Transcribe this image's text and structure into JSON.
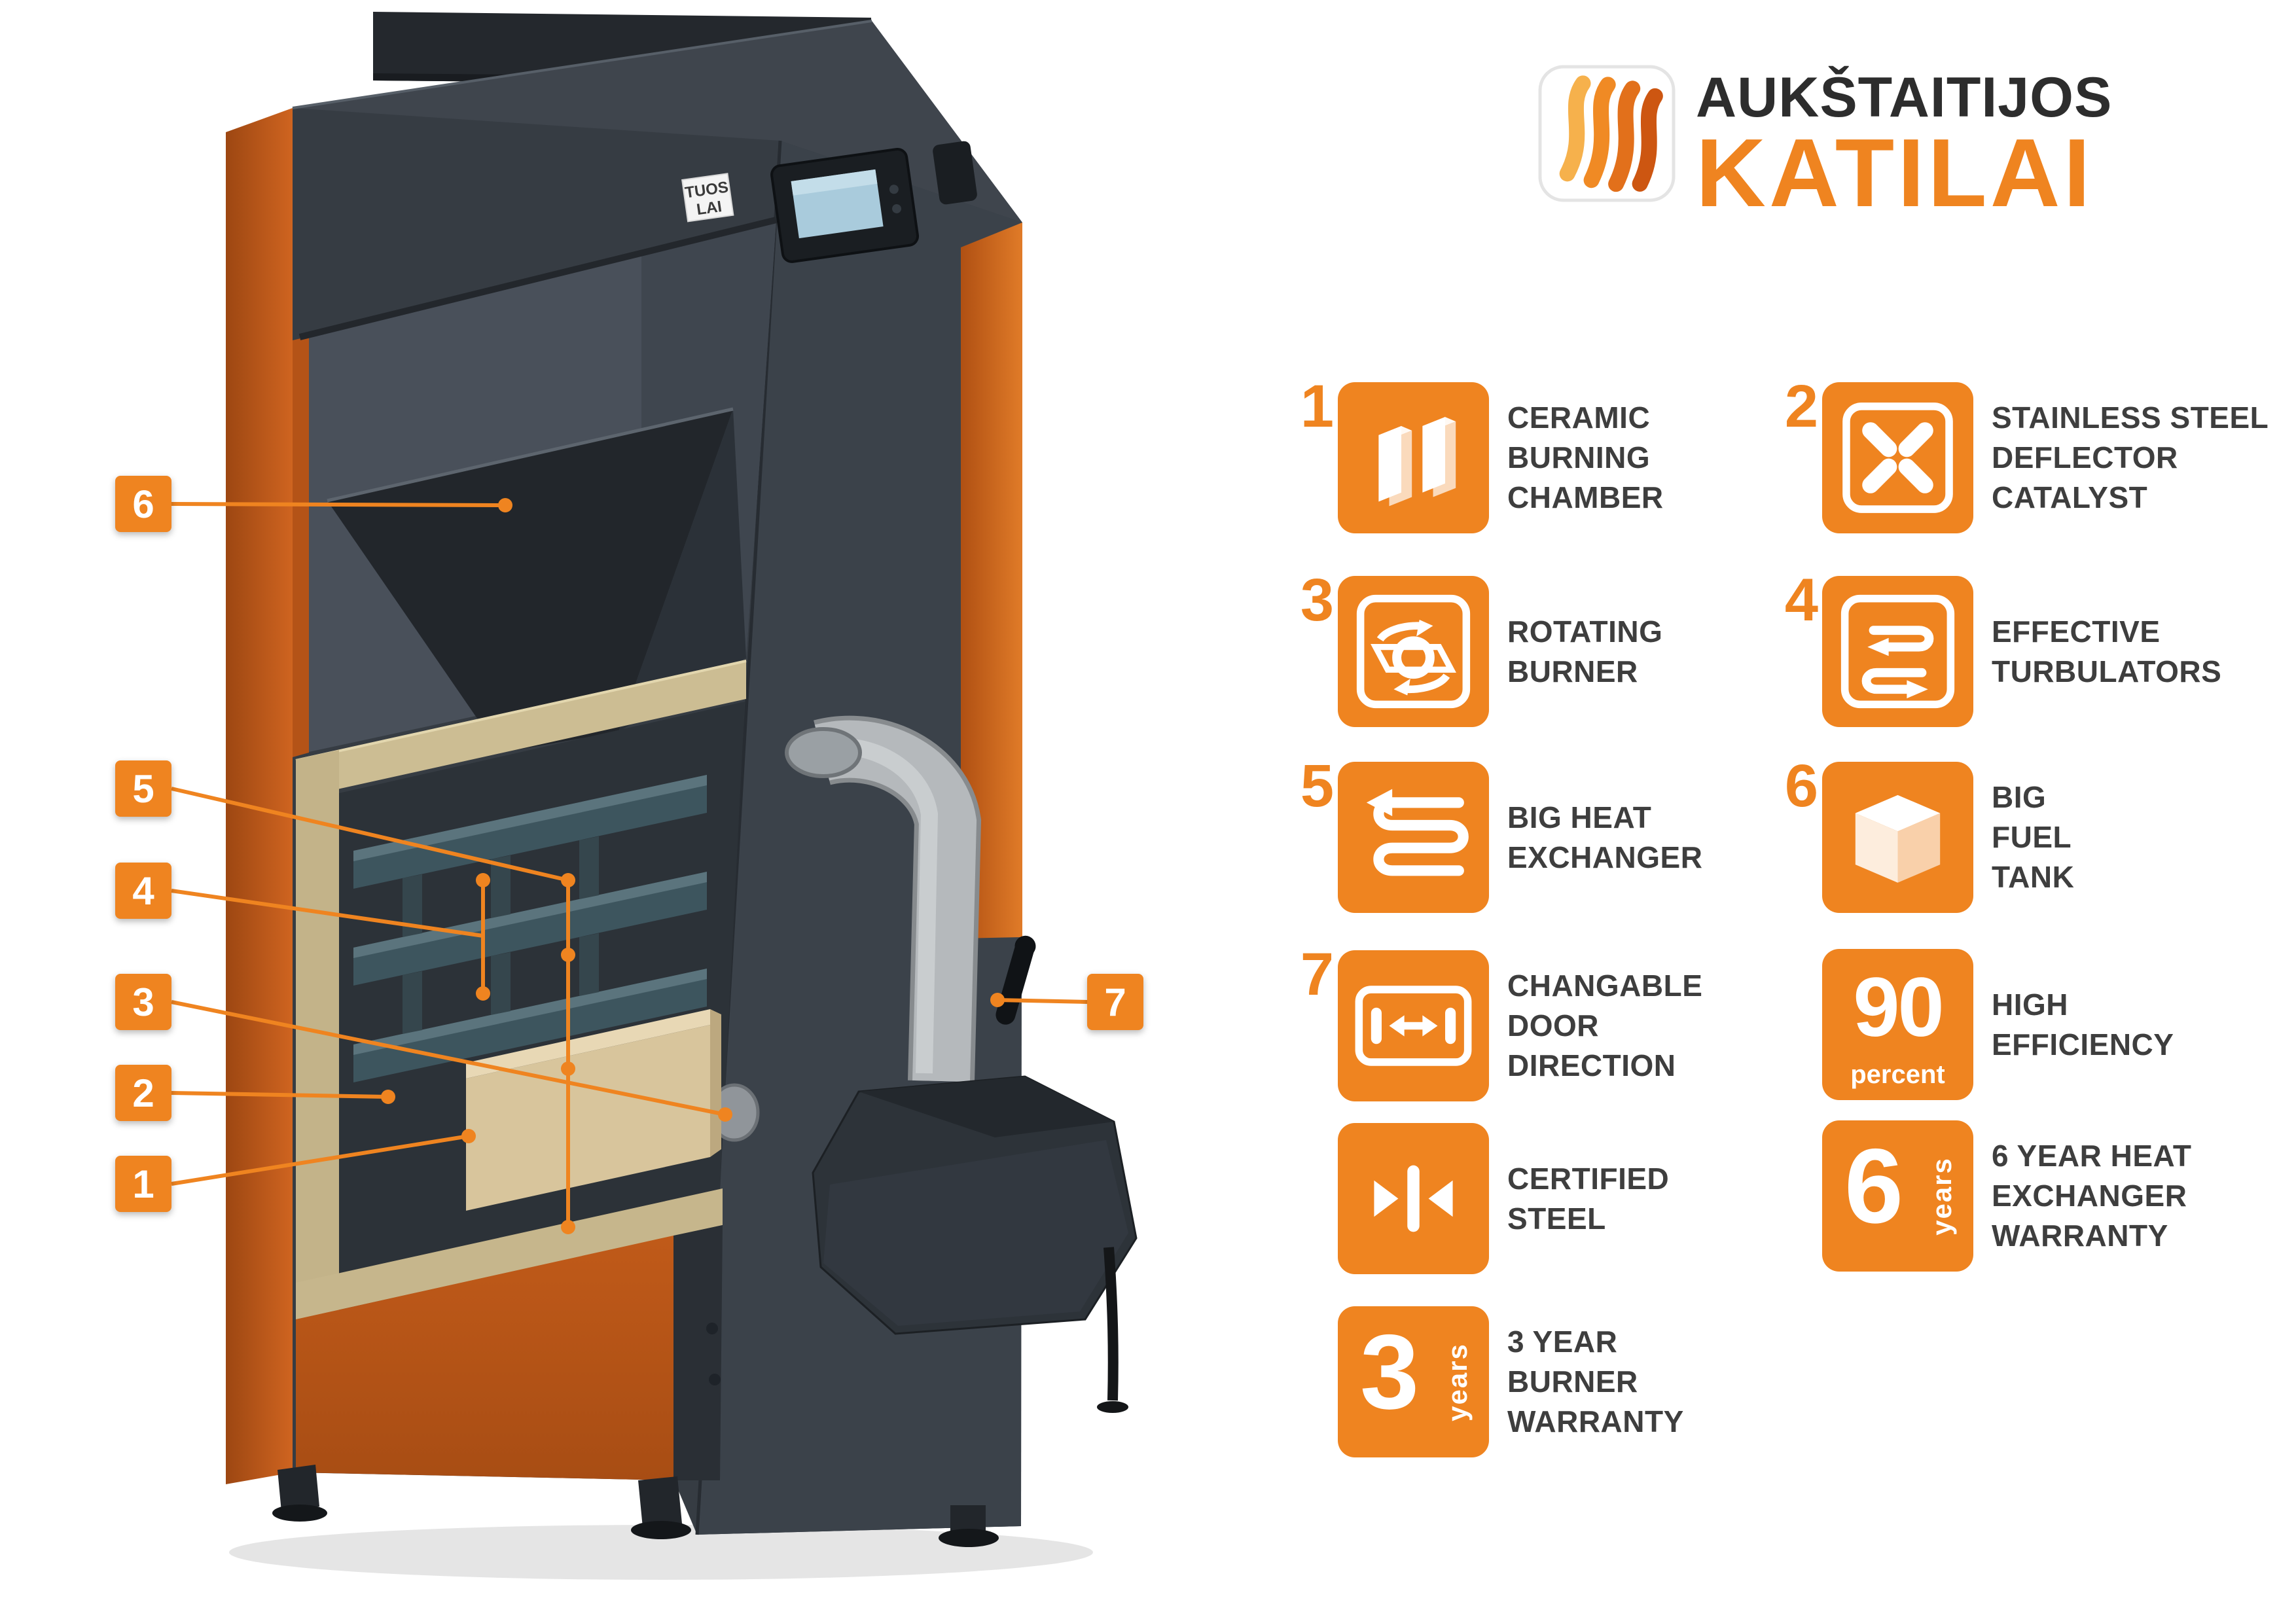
{
  "colors": {
    "accent": "#EF8420",
    "text_dark": "#3E3E3E",
    "boiler_dark": "#363C43",
    "boiler_orange": "#C65E1D",
    "insulation_tan": "#CCBD93",
    "firebrick": "#D8C59C",
    "exchanger_teal": "#3D555E",
    "pipe_gray": "#B5B9BC"
  },
  "brand": {
    "line1": "AUKŠTAITIJOS",
    "line2": "KATILAI",
    "logo_icon": "flame-stripes-icon"
  },
  "callouts": [
    {
      "num": "6"
    },
    {
      "num": "5"
    },
    {
      "num": "4"
    },
    {
      "num": "3"
    },
    {
      "num": "2"
    },
    {
      "num": "1"
    },
    {
      "num": "7"
    }
  ],
  "sticker": {
    "line1": "TUOS",
    "line2": "LAI"
  },
  "features_left": [
    {
      "num": "1",
      "icon": "ceramic-plates-icon",
      "label": "CERAMIC\nBURNING\nCHAMBER"
    },
    {
      "num": "3",
      "icon": "rotating-burner-icon",
      "label": "ROTATING\nBURNER"
    },
    {
      "num": "5",
      "icon": "heat-exchanger-coil-icon",
      "label": "BIG HEAT\nEXCHANGER"
    },
    {
      "num": "7",
      "icon": "door-direction-icon",
      "label": "CHANGABLE\nDOOR\nDIRECTION"
    },
    {
      "num": "",
      "icon": "certified-steel-icon",
      "label": "CERTIFIED\nSTEEL"
    },
    {
      "num": "",
      "icon": "number-tile",
      "tile_number": "3",
      "tile_unit": "years",
      "label": "3 YEAR\nBURNER\nWARRANTY"
    }
  ],
  "features_right": [
    {
      "num": "2",
      "icon": "deflector-catalyst-icon",
      "label": "STAINLESS STEEL\nDEFLECTOR\nCATALYST"
    },
    {
      "num": "4",
      "icon": "turbulators-icon",
      "label": "EFFECTIVE\nTURBULATORS"
    },
    {
      "num": "6",
      "icon": "fuel-tank-icon",
      "label": "BIG\nFUEL\nTANK"
    },
    {
      "num": "",
      "icon": "number-tile",
      "tile_number": "90",
      "tile_unit": "percent",
      "label": "HIGH\nEFFICIENCY"
    },
    {
      "num": "",
      "icon": "number-tile",
      "tile_number": "6",
      "tile_unit": "years",
      "label": "6 YEAR HEAT\nEXCHANGER\nWARRANTY"
    }
  ]
}
